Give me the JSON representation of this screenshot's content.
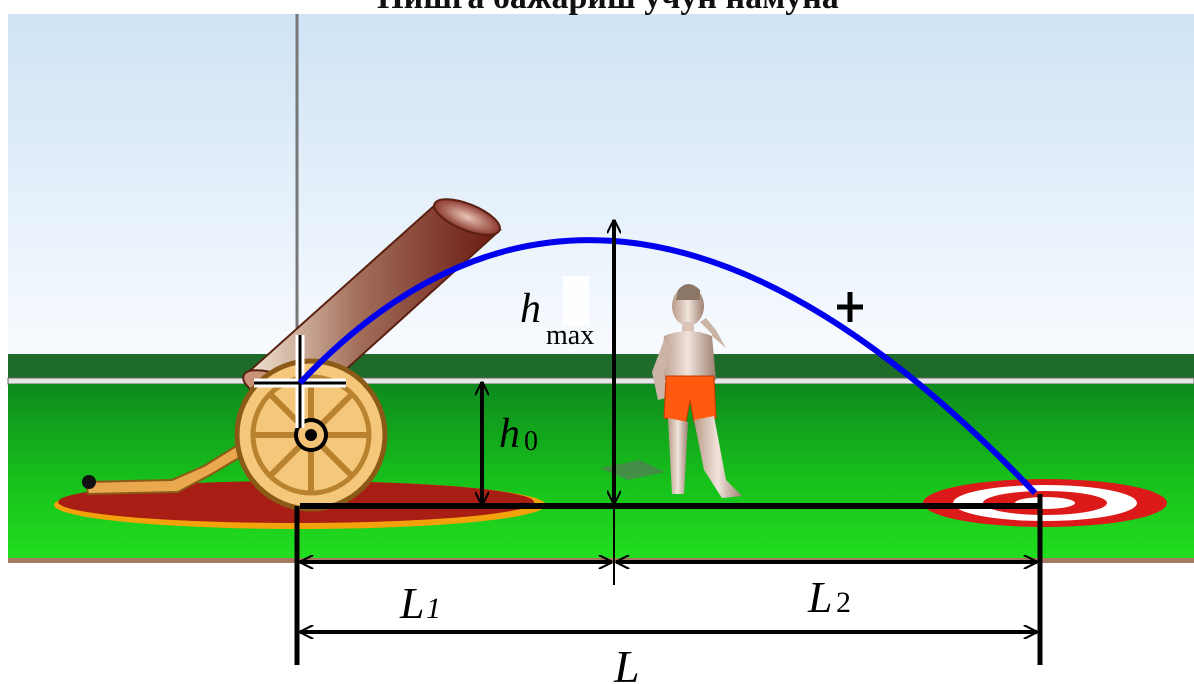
{
  "title": "Нишга бажариш учун намуна",
  "labels": {
    "hmax_main": "h",
    "hmax_sub": "max",
    "h0_main": "h",
    "h0_sub": "0",
    "l1_main": "L",
    "l1_sub": "1",
    "l2_main": "L",
    "l2_sub": "2",
    "l_main": "L"
  },
  "colors": {
    "sky_top": "#d2e6f6",
    "sky_bottom": "#f7fbff",
    "field_dark": "#0f8a1f",
    "field_light": "#1fd81f",
    "trajectory": "#0000ee",
    "cannon_barrel": "#8a1c14",
    "wheel": "#f2c477",
    "target_red": "#dd1a1a",
    "shorts": "#ff5a10"
  }
}
